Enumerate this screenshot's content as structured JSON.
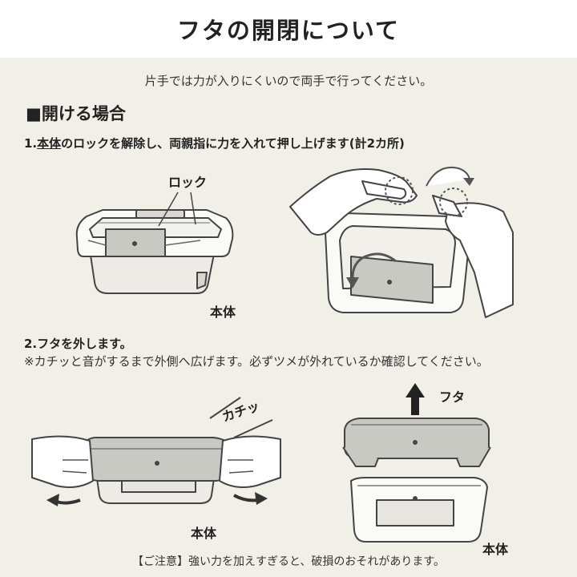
{
  "header": {
    "title": "フタの開閉について"
  },
  "note": "片手では力が入りにくいので両手で行ってください。",
  "section": {
    "title": "■開ける場合"
  },
  "step1": {
    "num": "1.",
    "underlined": "本体",
    "rest": "のロックを解除し、両親指に力を入れて押し上げます(計2カ所)"
  },
  "step2": {
    "title": "2.フタを外します。",
    "note": "※カチッと音がするまで外側へ広げます。必ずツメが外れているか確認してください。"
  },
  "labels": {
    "lock": "ロック",
    "body1": "本体",
    "click": "カチッ",
    "lid": "フタ",
    "body2": "本体",
    "body3": "本体"
  },
  "caution": "【ご注意】強い力を加えすぎると、破損のおそれがあります。",
  "icons": [
    "up-arrow-icon",
    "curved-arrow-icon",
    "left-arrow-icon",
    "right-arrow-icon"
  ]
}
